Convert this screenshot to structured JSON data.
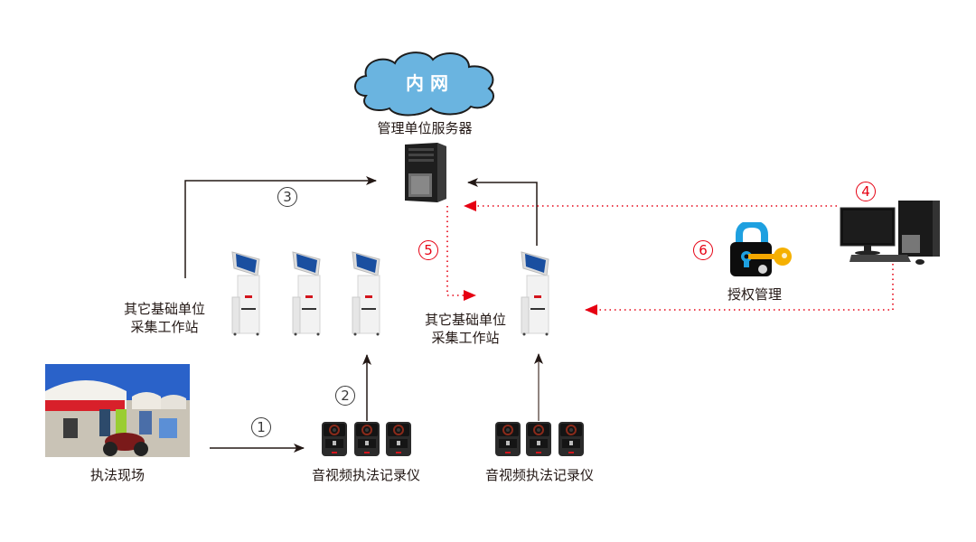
{
  "title": "执法记录仪数据采集与授权管理拓扑",
  "colors": {
    "arrow_solid": "#231815",
    "arrow_dotted": "#e60012",
    "cloud_fill": "#6ab4e0",
    "step_number_black": "#3a3a3a",
    "step_number_red": "#e60012"
  },
  "cloud": {
    "label": "内 网"
  },
  "server": {
    "label": "管理单位服务器"
  },
  "workstations_left": {
    "label_line1": "其它基础单位",
    "label_line2": "采集工作站",
    "count": 3
  },
  "workstation_center": {
    "label_line1": "其它基础单位",
    "label_line2": "采集工作站"
  },
  "scene": {
    "label": "执法现场"
  },
  "recorders_left": {
    "label": "音视频执法记录仪",
    "count": 3
  },
  "recorders_right": {
    "label": "音视频执法记录仪",
    "count": 3
  },
  "auth": {
    "label": "授权管理"
  },
  "steps": [
    {
      "n": "1",
      "style": "black"
    },
    {
      "n": "2",
      "style": "black"
    },
    {
      "n": "3",
      "style": "black"
    },
    {
      "n": "4",
      "style": "red"
    },
    {
      "n": "5",
      "style": "red"
    },
    {
      "n": "6",
      "style": "red"
    }
  ]
}
